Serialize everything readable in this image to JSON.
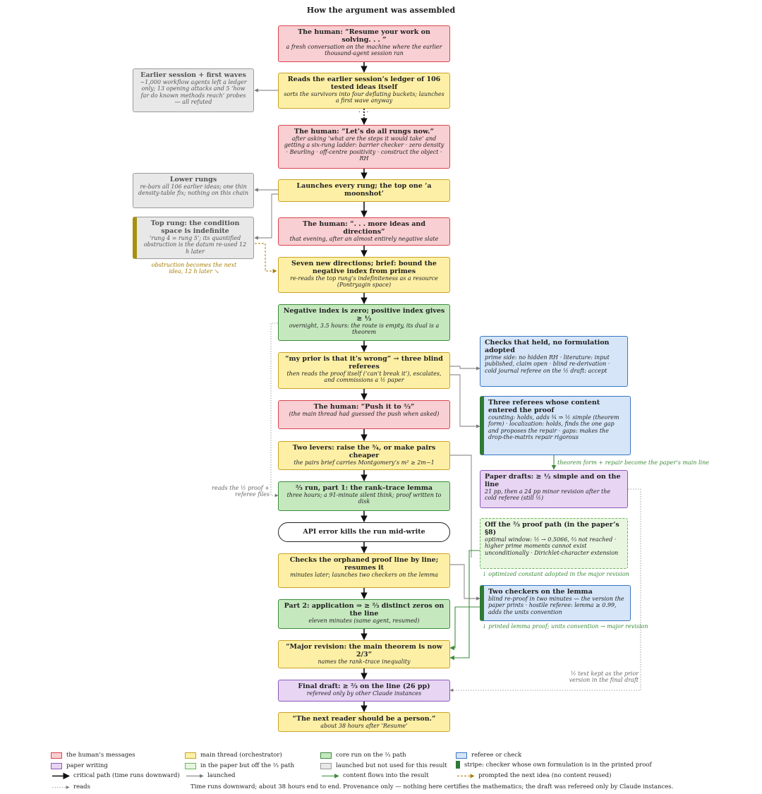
{
  "title": "How the argument was assembled",
  "colors": {
    "human": "#f8cfd2",
    "main": "#fdf0a6",
    "core": "#c6e8bf",
    "referee": "#d6e6f8",
    "paper": "#e7d5f3",
    "offpath": "#e8f6e0",
    "unused": "#e8e8e8",
    "stripe": "#2f7a35"
  },
  "nodes": {
    "n1": {
      "h": "The human: “Resume your work on solving. . . ”",
      "s": "a fresh conversation on the machine where the earlier thousand-agent session ran"
    },
    "n2": {
      "h": "Reads the earlier session’s ledger of 106 tested ideas itself",
      "s": "sorts the survivors into four deflating buckets; launches a first wave anyway"
    },
    "n3": {
      "h": "The human: “Let’s do all rungs now.”",
      "s": "after asking ‘what are the steps it would take’ and getting a six-rung ladder: barrier checker · zero density · Beurling · off-centre positivity · construct the object · RH"
    },
    "n4": {
      "h": "Launches every rung; the top one ‘a moonshot’",
      "s": ""
    },
    "n5": {
      "h": "The human: “. . . more ideas and directions”",
      "s": "that evening, after an almost entirely negative slate"
    },
    "n6": {
      "h": "Seven new directions; brief: bound the negative index from primes",
      "s": "re-reads the top rung’s indefiniteness as a resource (Pontryagin space)"
    },
    "n7": {
      "h": "Negative index is zero; positive index gives ≥ ½",
      "s": "overnight, 3.5 hours: the route is empty, its dual is a theorem"
    },
    "n8": {
      "h": "“my prior is that it’s wrong” → three blind referees",
      "s": "then reads the proof itself (‘can’t break it’), escalates, and commissions a ½ paper"
    },
    "n9": {
      "h": "The human: “Push it to ⅔”",
      "s": "(the main thread had guessed the push when asked)"
    },
    "n10": {
      "h": "Two levers: raise the ¾, or make pairs cheaper",
      "s": "the pairs brief carries Montgomery’s m² ≥ 2m−1"
    },
    "n11": {
      "h": "⅔ run, part 1: the rank–trace lemma",
      "s": "three hours; a 91-minute silent think; proof written to disk"
    },
    "n12": {
      "h": "API error kills the run mid-write",
      "s": ""
    },
    "n13": {
      "h": "Checks the orphaned proof line by line; resumes it",
      "s": "minutes later; launches two checkers on the lemma"
    },
    "n14": {
      "h": "Part 2: application ⇒ ≥ ⅔ distinct zeros on the line",
      "s": "eleven minutes (same agent, resumed)"
    },
    "n15": {
      "h": "“Major revision: the main theorem is now 2/3”",
      "s": "names the rank–trace inequality"
    },
    "n16": {
      "h": "Final draft: ≥ ⅔ on the line (26 pp)",
      "s": "refereed only by other Claude instances"
    },
    "n17": {
      "h": "“The next reader should be a person.”",
      "s": "about 38 hours after ‘Resume’"
    },
    "g1": {
      "h": "Earlier session + first waves",
      "s": "∼1,000 workflow agents left a ledger only; 13 opening attacks and 5 ‘how far do known methods reach’ probes — all refuted"
    },
    "g2": {
      "h": "Lower rungs",
      "s": "re-bars all 106 earlier ideas; one thin density-table fix; nothing on this chain"
    },
    "g3": {
      "h": "Top rung: the condition space is indefinite",
      "s": "‘rung 4 = rung 5’; its quantified obstruction is the datum re-used 12 h later"
    },
    "b1": {
      "h": "Checks that held, no formulation adopted",
      "s": "prime side: no hidden RH · literature: input published, claim open · blind re-derivation · cold journal referee on the ½ draft: accept"
    },
    "b2": {
      "h": "Three referees whose content entered the proof",
      "s": "counting: holds, adds ¾ ⇒ ½ simple (theorem form) · localization: holds, finds the one gap and proposes the repair · gaps: makes the drop-the-matrix repair rigorous"
    },
    "p1": {
      "h": "Paper drafts: ≥ ½ simple and on the line",
      "s": "21 pp, then a 24 pp minor revision after the cold referee (still ½)"
    },
    "o1": {
      "h": "Off the ⅔ proof path (in the paper’s §8)",
      "s": "optimal window: ½ → 0.5066, ⅔ not reached · higher prime moments cannot exist unconditionally · Dirichlet-character extension"
    },
    "b3": {
      "h": "Two checkers on the lemma",
      "s": "blind re-proof in two minutes — the version the paper prints · hostile referee: lemma ≥ 0.99, adds the units convention"
    }
  },
  "notes": {
    "obstruction": "obstruction becomes the next idea, 12 h later ↘",
    "reads_half": "reads the ½ proof + referee files",
    "main_line": "theorem form + repair become the paper’s main line",
    "optimized": "↓ optimized constant adopted in the major revision",
    "printed": "↓ printed lemma proof; units convention → major revision",
    "kept": "½ text kept as the prior version in the final draft"
  },
  "ellipsis": ". . .",
  "legend": {
    "human": "the human’s messages",
    "main": "main thread (orchestrator)",
    "core": "core run on the ⅔ path",
    "referee": "referee or check",
    "paper": "paper writing",
    "offpath": "in the paper but off the ⅔ path",
    "unused": "launched but not used for this result",
    "stripe": "stripe: checker whose own formulation is in the printed proof",
    "critical": "critical path (time runs downward)",
    "launched": "launched",
    "content": "content flows into the result",
    "prompted": "prompted the next idea (no content reused)",
    "reads": "reads"
  },
  "footer": "Time runs downward; about 38 hours end to end. Provenance only — nothing here certifies the mathematics; the draft was refereed only by Claude instances."
}
